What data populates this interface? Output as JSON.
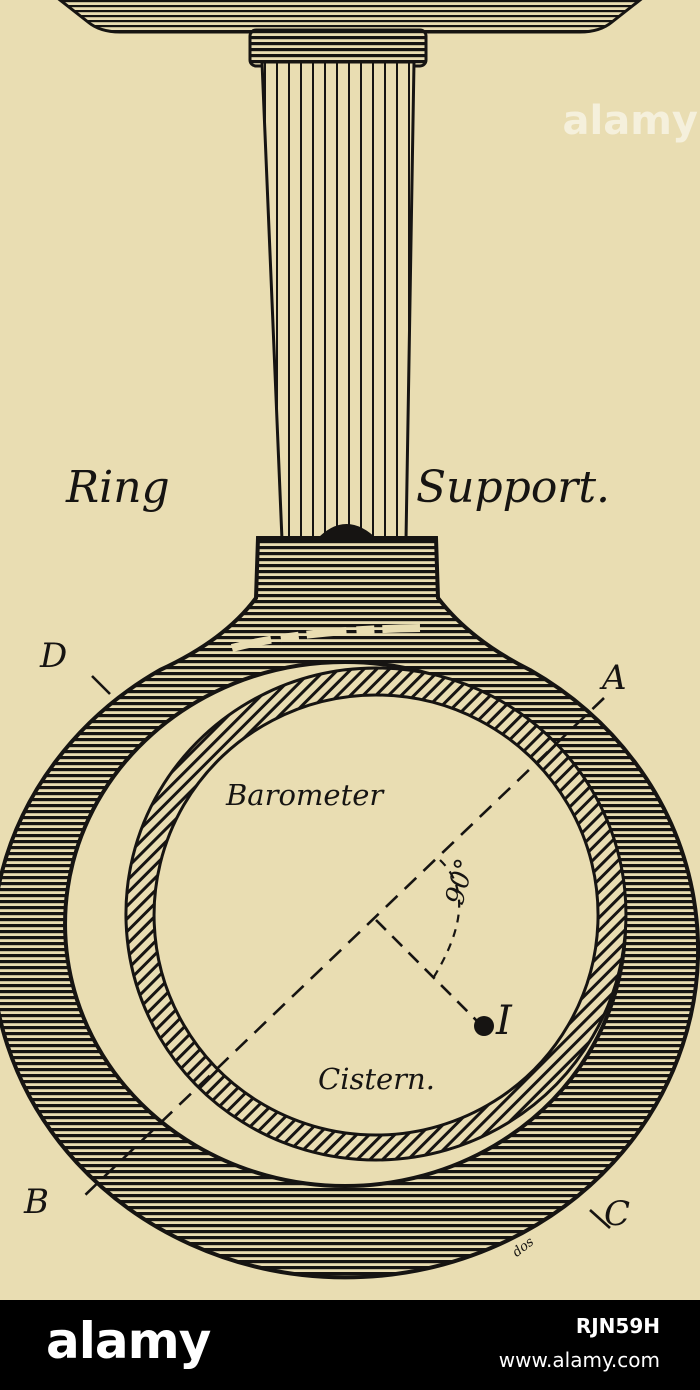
{
  "figure": {
    "labels": {
      "ring": "Ring",
      "support": "Support.",
      "barometer": "Barometer",
      "cistern": "Cistern.",
      "a": "A",
      "b": "B",
      "c": "C",
      "d": "D",
      "i": "I",
      "angle": "90°",
      "signature": "dos"
    },
    "colors": {
      "paper": "#e9ddb2",
      "ink": "#161412"
    }
  },
  "watermark": "alamy",
  "footer": {
    "logo": "alamy",
    "image_id": "RJN59H",
    "url": "www.alamy.com"
  }
}
